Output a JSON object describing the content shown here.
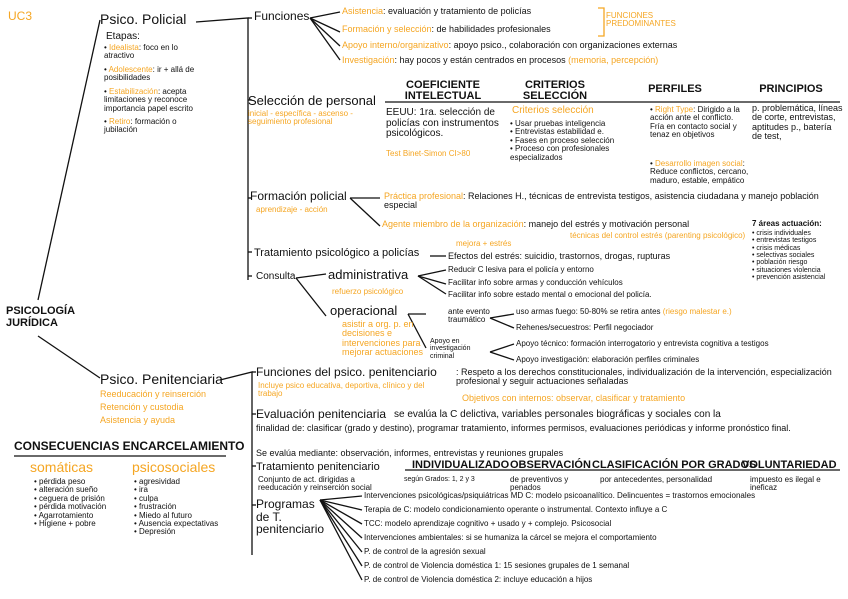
{
  "unit": "UC3",
  "root": "PSICOLOGÍA JURÍDICA",
  "policial": {
    "title": "Psico. Policial",
    "etapas_label": "Etapas:",
    "etapas": [
      {
        "name": "Idealista",
        "desc": ": foco en lo atractivo"
      },
      {
        "name": "Adolescente",
        "desc": ": ir + allá de posibilidades"
      },
      {
        "name": "Estabilización",
        "desc": ": acepta limitaciones y reconoce importancia papel escrito"
      },
      {
        "name": "Retiro",
        "desc": ": formación o jubilación"
      }
    ],
    "funciones": {
      "title": "Funciones",
      "items": [
        {
          "name": "Asistencia",
          "desc": ": evaluación y tratamiento de policías"
        },
        {
          "name": "Formación y selección",
          "desc": ": de habilidades profesionales"
        },
        {
          "name": "Apoyo interno/organizativo",
          "desc": ": apoyo psico., colaboración con organizaciones externas"
        },
        {
          "name": "Investigación",
          "desc": ": hay pocos y están centrados en procesos",
          "extra": "(memoria, percepción)"
        }
      ],
      "bracket_note": "FUNCIONES PREDOMINANTES"
    },
    "seleccion": {
      "title": "Selección de personal",
      "sub": "inicial - específica - ascenso - seguimiento profesional",
      "headers": [
        "COEFICIENTE INTELECTUAL",
        "CRITERIOS SELECCIÓN",
        "PERFILES",
        "PRINCIPIOS"
      ],
      "ci": "EEUU: 1ra. selección de policías con instrumentos psicológicos.",
      "ci_test": "Test Binet-Simon CI>80",
      "criterios_title": "Criterios selección",
      "criterios": [
        "Usar pruebas inteligencia",
        "Entrevistas estabilidad e.",
        "Fases en proceso selección",
        "Proceso con profesionales especializados"
      ],
      "perfiles": [
        {
          "name": "Right Type",
          "desc": ": Dirigido a la acción ante el conflicto. Fría en contacto social y tenaz en objetivos"
        },
        {
          "name": "Desarrollo imagen social",
          "desc": ": Reduce conflictos, cercano, maduro, estable, empático"
        }
      ],
      "principios": "p. problemática, líneas de corte, entrevistas, aptitudes p., batería de test,"
    },
    "formacion": {
      "title": "Formación policial",
      "sub": "aprendizaje - acción",
      "practica_name": "Práctica profesional",
      "practica_desc": ": Relaciones H., técnicas de entrevista testigos, asistencia ciudadana y manejo población especial",
      "agente_name": "Agente miembro de la organización",
      "agente_desc": ": manejo del estrés y motivación personal",
      "agente_extra": "técnicas del control estrés (parenting psicológico)"
    },
    "tratamiento": {
      "title": "Tratamiento psicológico a policías",
      "estres_note": "mejora + estrés",
      "efectos": "Efectos del estrés: suicidio, trastornos, drogas, rupturas",
      "areas_title": "7 áreas actuación:",
      "areas": [
        "crisis individuales",
        "entrevistas testigos",
        "crisis médicas",
        "selectivas sociales",
        "población riesgo",
        "situaciones violencia",
        "prevención asistencial"
      ]
    },
    "consulta": {
      "title": "Consulta",
      "administrativa": "administrativa",
      "admin_sub": "refuerzo psicológico",
      "admin_items": [
        "Reducir C lesiva para el policía y entorno",
        "Facilitar info sobre armas y conducción vehículos",
        "Facilitar info sobre estado mental o emocional del policía."
      ],
      "operacional": "operacional",
      "oper_sub": "asistir a org. p. en decisiones e intervenciones para mejorar actuaciones",
      "evento_label": "ante evento traumático",
      "evento_items": [
        "uso armas fuego: 50-80% se retira antes",
        "Rehenes/secuestros: Perfil negociador"
      ],
      "evento_note": "(riesgo malestar e.)",
      "inv_label": "Apoyo en investigación criminal",
      "inv_items": [
        "Apoyo técnico: formación interrogatorio y entrevista cognitiva a testigos",
        "Apoyo investigación: elaboración perfiles criminales"
      ]
    }
  },
  "penitenciaria": {
    "title": "Psico. Penitenciaria",
    "sub": [
      "Reeducación y reinserción",
      "Retención y custodia",
      "Asistencia y ayuda"
    ],
    "funciones": {
      "title": "Funciones del psico. penitenciario",
      "sub": "Incluye psico educativa, deportiva, clínico y del trabajo",
      "desc": ": Respeto a los derechos constitucionales, individualización de la intervención, especialización profesional y seguir actuaciones señaladas",
      "objetivos": "Objetivos con internos: observar, clasificar y tratamiento"
    },
    "evaluacion": {
      "title": "Evaluación penitenciaria",
      "desc": "se evalúa la C delictiva, variables personales biográficas y sociales con la",
      "finalidad": "finalidad de: clasificar (grado y destino), programar tratamiento, informes permisos, evaluaciones periódicas y informe pronóstico final.",
      "mediante": "Se evalúa mediante: observación, informes, entrevistas y reuniones grupales"
    },
    "tratamiento": {
      "title": "Tratamiento penitenciario",
      "sub": "Conjunto de act. dirigidas a reeducación y reinserción social",
      "grados": "según Grados: 1, 2 y 3",
      "headers": [
        "INDIVIDUALIZADO",
        "OBSERVACIÓN",
        "CLASIFICACIÓN POR GRADOS",
        "VOLUNTARIEDAD"
      ],
      "cells": [
        "",
        "de preventivos y penados",
        "por antecedentes, personalidad",
        "impuesto es ilegal e ineficaz"
      ]
    },
    "programas": {
      "title": "Programas de T. penitenciario",
      "items": [
        "Intervenciones psicológicas/psiquiátricas MD C: modelo psicoanalítico. Delincuentes = trastornos emocionales",
        "Terapia de C: modelo condicionamiento operante o instrumental. Contexto influye a C",
        "TCC: modelo aprendizaje cognitivo + usado y + complejo. Psicosocial",
        "Intervenciones ambientales: si se humaniza la cárcel se mejora el comportamiento",
        "P. de control de la agresión sexual",
        "P. de control de Violencia doméstica 1: 15 sesiones grupales de 1 semanal",
        "P. de control de Violencia doméstica 2: incluye educación a hijos"
      ]
    }
  },
  "consecuencias": {
    "title": "CONSECUENCIAS ENCARCELAMIENTO",
    "somaticas_title": "somáticas",
    "psicosociales_title": "psicosociales",
    "somaticas": [
      "pérdida peso",
      "alteración sueño",
      "ceguera de prisión",
      "pérdida motivación",
      "Agarrotamiento",
      "Higiene + pobre"
    ],
    "psicosociales": [
      "agresividad",
      "ira",
      "culpa",
      "frustración",
      "Miedo al futuro",
      "Ausencia expectativas",
      "Depresión"
    ]
  },
  "colors": {
    "accent": "#f5a623",
    "ink": "#111111"
  }
}
